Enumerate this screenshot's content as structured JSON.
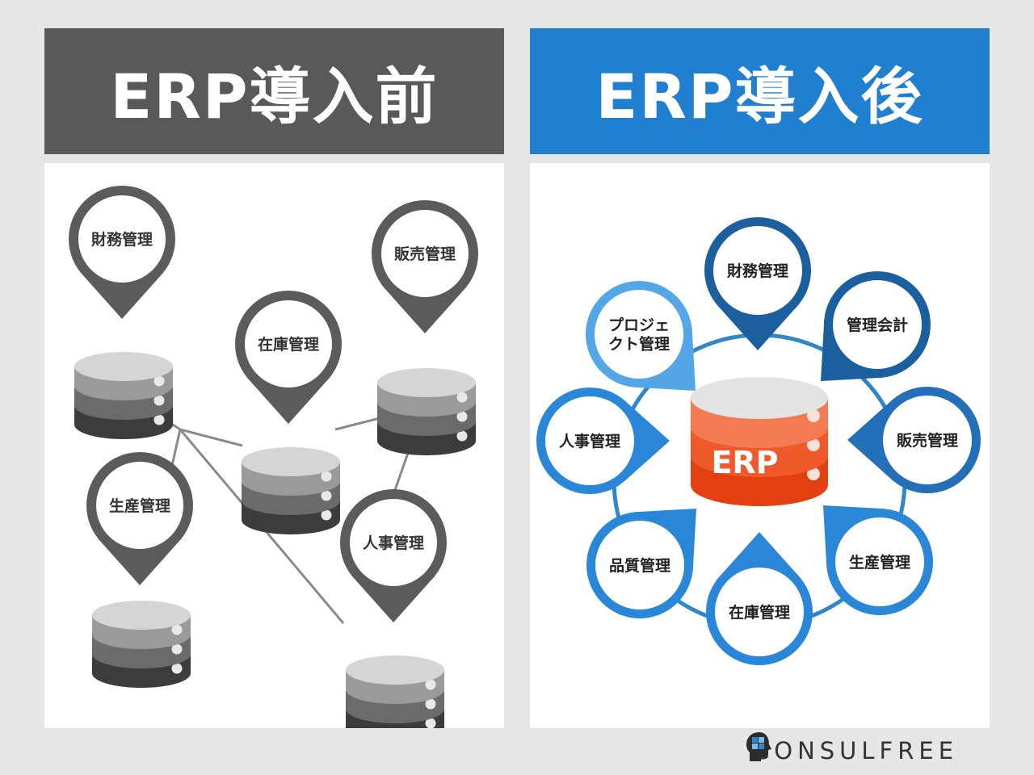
{
  "before": {
    "title": "ERP導入前",
    "nodes": [
      {
        "id": "finance",
        "label": "財務管理"
      },
      {
        "id": "sales",
        "label": "販売管理"
      },
      {
        "id": "inventory",
        "label": "在庫管理"
      },
      {
        "id": "production",
        "label": "生産管理"
      },
      {
        "id": "hr",
        "label": "人事管理"
      }
    ]
  },
  "after": {
    "title": "ERP導入後",
    "center_label": "ERP",
    "nodes": [
      {
        "id": "finance",
        "label": "財務管理"
      },
      {
        "id": "accounting",
        "label": "管理会計"
      },
      {
        "id": "sales",
        "label": "販売管理"
      },
      {
        "id": "production",
        "label": "生産管理"
      },
      {
        "id": "inventory",
        "label": "在庫管理"
      },
      {
        "id": "quality",
        "label": "品質管理"
      },
      {
        "id": "hr",
        "label": "人事管理"
      },
      {
        "id": "project",
        "label": "プロジェクト管理",
        "lines": [
          "プロジェ",
          "クト管理"
        ]
      }
    ]
  },
  "brand": {
    "name": "CONSULFREE"
  },
  "colors": {
    "before_header": "#5a5859",
    "after_header": "#2080cf",
    "erp_red": "#f05a2a",
    "dark_blue": "#1c5f9e",
    "light_blue": "#3b98e0"
  }
}
